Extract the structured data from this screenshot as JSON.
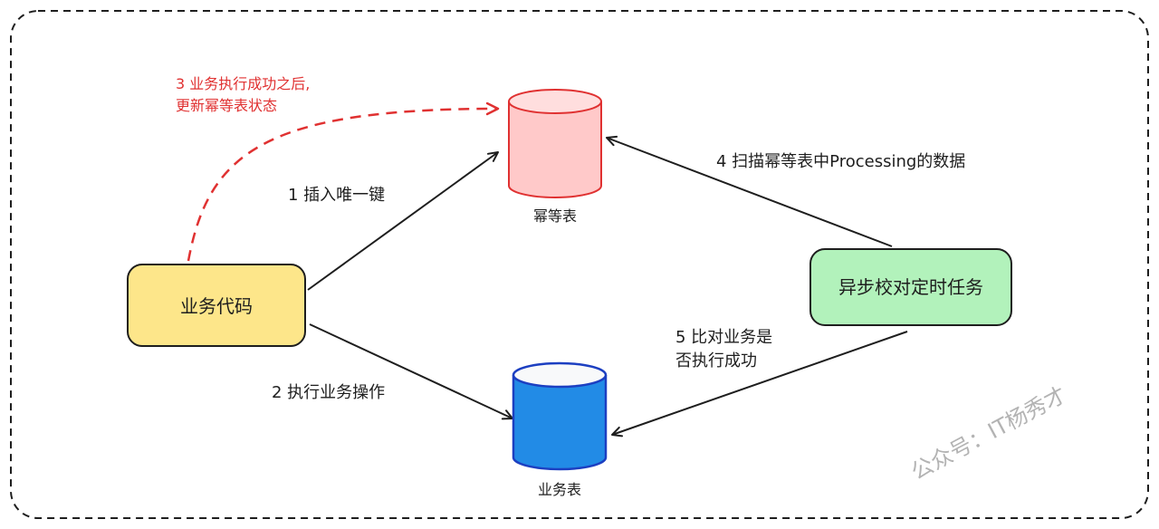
{
  "nodes": {
    "business_code": {
      "label": "业务代码",
      "fill": "#fde68a",
      "stroke": "#1e1e1e"
    },
    "scheduled_task": {
      "label": "异步校对定时任务",
      "fill": "#b2f2bb",
      "stroke": "#1e1e1e"
    },
    "idempotent_table": {
      "label": "幂等表",
      "fill": "#ffc9c9",
      "stroke": "#e03131"
    },
    "business_table": {
      "label": "业务表",
      "fill": "#228be6",
      "stroke": "#1c3fc1"
    }
  },
  "edges": {
    "insert_key": {
      "label": "1  插入唯一键"
    },
    "exec_business": {
      "label": "2  执行业务操作"
    },
    "update_status": {
      "lines": [
        "3 业务执行成功之后,",
        "更新幂等表状态"
      ],
      "color": "#e03131"
    },
    "scan_processing": {
      "label": "4  扫描幂等表中Processing的数据"
    },
    "compare_business": {
      "lines": [
        "5  比对业务是",
        "否执行成功"
      ]
    }
  },
  "watermark": "公众号：IT杨秀才",
  "colors": {
    "frame": "#1e1e1e",
    "ink": "#1e1e1e",
    "red": "#e03131"
  }
}
